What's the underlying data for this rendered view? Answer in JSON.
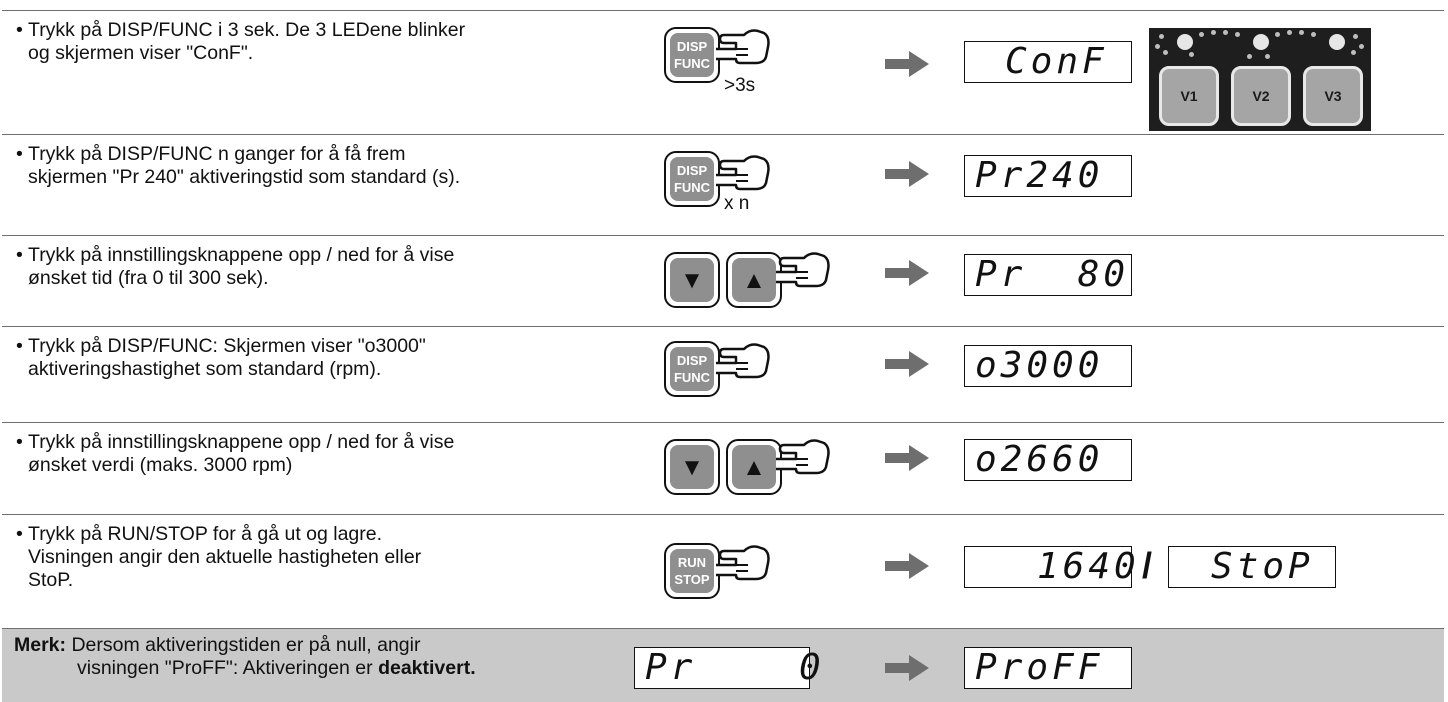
{
  "rows": [
    {
      "lines": [
        "Trykk på DISP/FUNC i 3 sek. De 3 LEDene blinker",
        "og skjermen viser \"ConF\"."
      ],
      "button": [
        "DISP",
        "FUNC"
      ],
      "sub": ">3s",
      "display": "ConF",
      "leds": [
        "V1",
        "V2",
        "V3"
      ]
    },
    {
      "lines": [
        "Trykk på DISP/FUNC n ganger for å få frem",
        "skjermen \"Pr 240\" aktiveringstid som standard (s)."
      ],
      "button": [
        "DISP",
        "FUNC"
      ],
      "sub": "x n",
      "display": "Pr240"
    },
    {
      "lines": [
        "Trykk på innstillingsknappene opp / ned for å vise",
        "ønsket tid (fra 0 til 300 sek)."
      ],
      "arrows": [
        "▼",
        "▲"
      ],
      "display": "Pr  80"
    },
    {
      "lines": [
        "Trykk på DISP/FUNC: Skjermen viser \"o3000\"",
        "aktiveringshastighet som standard (rpm)."
      ],
      "button": [
        "DISP",
        "FUNC"
      ],
      "display": "o3000"
    },
    {
      "lines": [
        "Trykk på innstillingsknappene opp / ned for å vise",
        "ønsket verdi (maks. 3000 rpm)"
      ],
      "arrows": [
        "▼",
        "▲"
      ],
      "display": "o2660"
    },
    {
      "lines": [
        "Trykk på RUN/STOP for å gå ut og lagre.",
        "Visningen angir den aktuelle hastigheten eller",
        "StoP."
      ],
      "button": [
        "RUN",
        "STOP"
      ],
      "display": "1640",
      "separator": "/",
      "display2": "StoP"
    }
  ],
  "note": {
    "label": "Merk:",
    "line1": "Dersom aktiveringstiden er på null, angir",
    "line2_pre": "visningen \"ProFF\": Aktiveringen er ",
    "line2_bold": "deaktivert.",
    "display_in": "Pr    0",
    "display_out": "ProFF"
  },
  "colors": {
    "button_fill": "#8f8f8f",
    "note_bg": "#c9c9c9",
    "led_panel": "#1e1e1e"
  }
}
